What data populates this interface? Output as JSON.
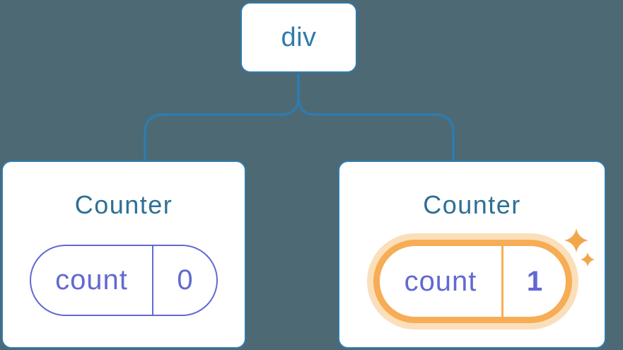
{
  "diagram": {
    "description": "Component tree: a div root element with two Counter component children, each holding a count state pill; the second Counter's state is highlighted as newly updated",
    "root": {
      "label": "div"
    },
    "children": [
      {
        "title": "Counter",
        "state_key": "count",
        "state_value": "0",
        "highlighted": false
      },
      {
        "title": "Counter",
        "state_key": "count",
        "state_value": "1",
        "highlighted": true
      }
    ],
    "icons": [
      {
        "name": "sparkle-large-icon",
        "glyph": "✦"
      },
      {
        "name": "sparkle-small-icon",
        "glyph": "✦"
      }
    ]
  },
  "colors": {
    "background": "#4d6974",
    "card_background": "#ffffff",
    "tree_blue": "#2f7bae",
    "title_blue": "#2d7094",
    "state_indigo": "#6269d2",
    "highlight_orange": "#f6ad55",
    "highlight_glow": "#fbdfba",
    "sparkle_orange": "#f2a64b"
  }
}
